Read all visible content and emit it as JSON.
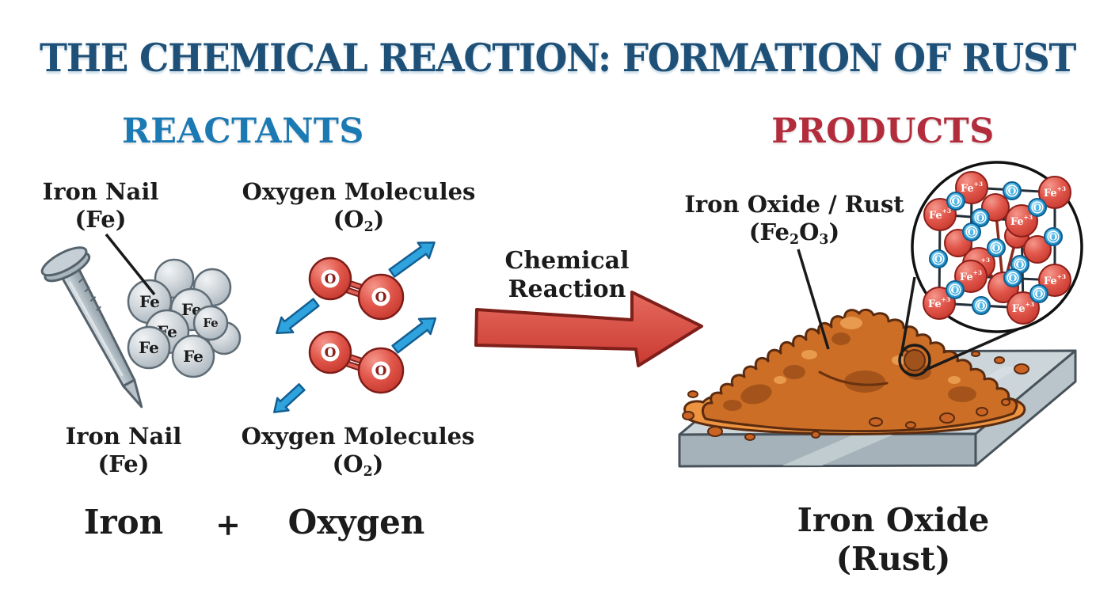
{
  "title": {
    "text": "THE CHEMICAL REACTION: FORMATION OF RUST",
    "color": "#1f5178"
  },
  "headings": {
    "reactants": {
      "text": "REACTANTS",
      "color": "#1b79b4"
    },
    "products": {
      "text": "PRODUCTS",
      "color": "#b32c3c"
    }
  },
  "reactants": {
    "iron": {
      "label_line1": "Iron Nail",
      "label_line2": "(Fe)",
      "atom": "Fe",
      "equation_name": "Iron"
    },
    "oxygen": {
      "label_line1": "Oxygen Molecules",
      "formula_pre": "(O",
      "formula_sub": "2",
      "formula_post": ")",
      "atom": "O",
      "equation_name": "Oxygen"
    },
    "plus": "+"
  },
  "reaction": {
    "label_line1": "Chemical",
    "label_line2": "Reaction"
  },
  "products": {
    "rust": {
      "label_line1": "Iron Oxide / Rust",
      "formula_pre": "(Fe",
      "formula_sub1": "2",
      "formula_mid": "O",
      "formula_sub2": "3",
      "formula_post": ")",
      "equation_line1": "Iron Oxide",
      "equation_line2": "(Rust)"
    },
    "lattice": {
      "fe": "Fe",
      "fe_charge": "+3",
      "o": "O"
    }
  },
  "illustration_colors": {
    "iron_gray": "#c9d0d6",
    "oxygen_red": "#e2574b",
    "oxygen_letter": "#8e211c",
    "diffusion_arrow_blue": "#2fa3de",
    "reaction_arrow_red": "#d6473d",
    "rust_orange": "#cd6e26",
    "rust_spill": "#ec9440",
    "plate_gray": "#cbd5da",
    "lattice_o_blue": "#2a9fd8",
    "lattice_fe_red": "#d0392f"
  }
}
